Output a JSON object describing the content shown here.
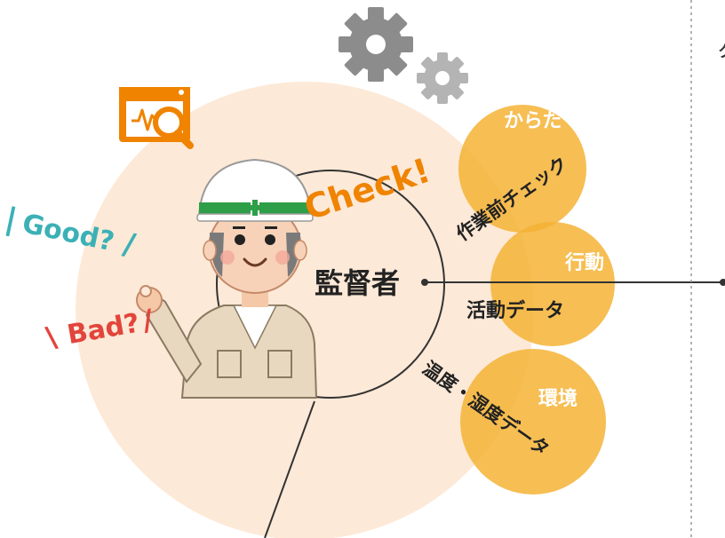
{
  "supervisor": {
    "label": "監督者"
  },
  "exclamations": {
    "check": "Check!",
    "good": "Good?",
    "bad": "Bad?"
  },
  "categories": [
    {
      "title": "からだ",
      "desc": "作業前チェック"
    },
    {
      "title": "行動",
      "desc": "活動データ"
    },
    {
      "title": "環境",
      "desc": "温度・湿度データ"
    }
  ],
  "partial_text": "ク",
  "colors": {
    "peach": "#FDE9D7",
    "amber": "#F5B335",
    "orange": "#F08300",
    "teal": "#3BB1B6",
    "red": "#E2453C",
    "helmet_stripe": "#2E9E48",
    "gear_dark": "#8C8C8C",
    "gear_light": "#B4B4B4"
  },
  "icons": [
    "monitor-search-icon",
    "gear-icon",
    "gear-small-icon"
  ]
}
